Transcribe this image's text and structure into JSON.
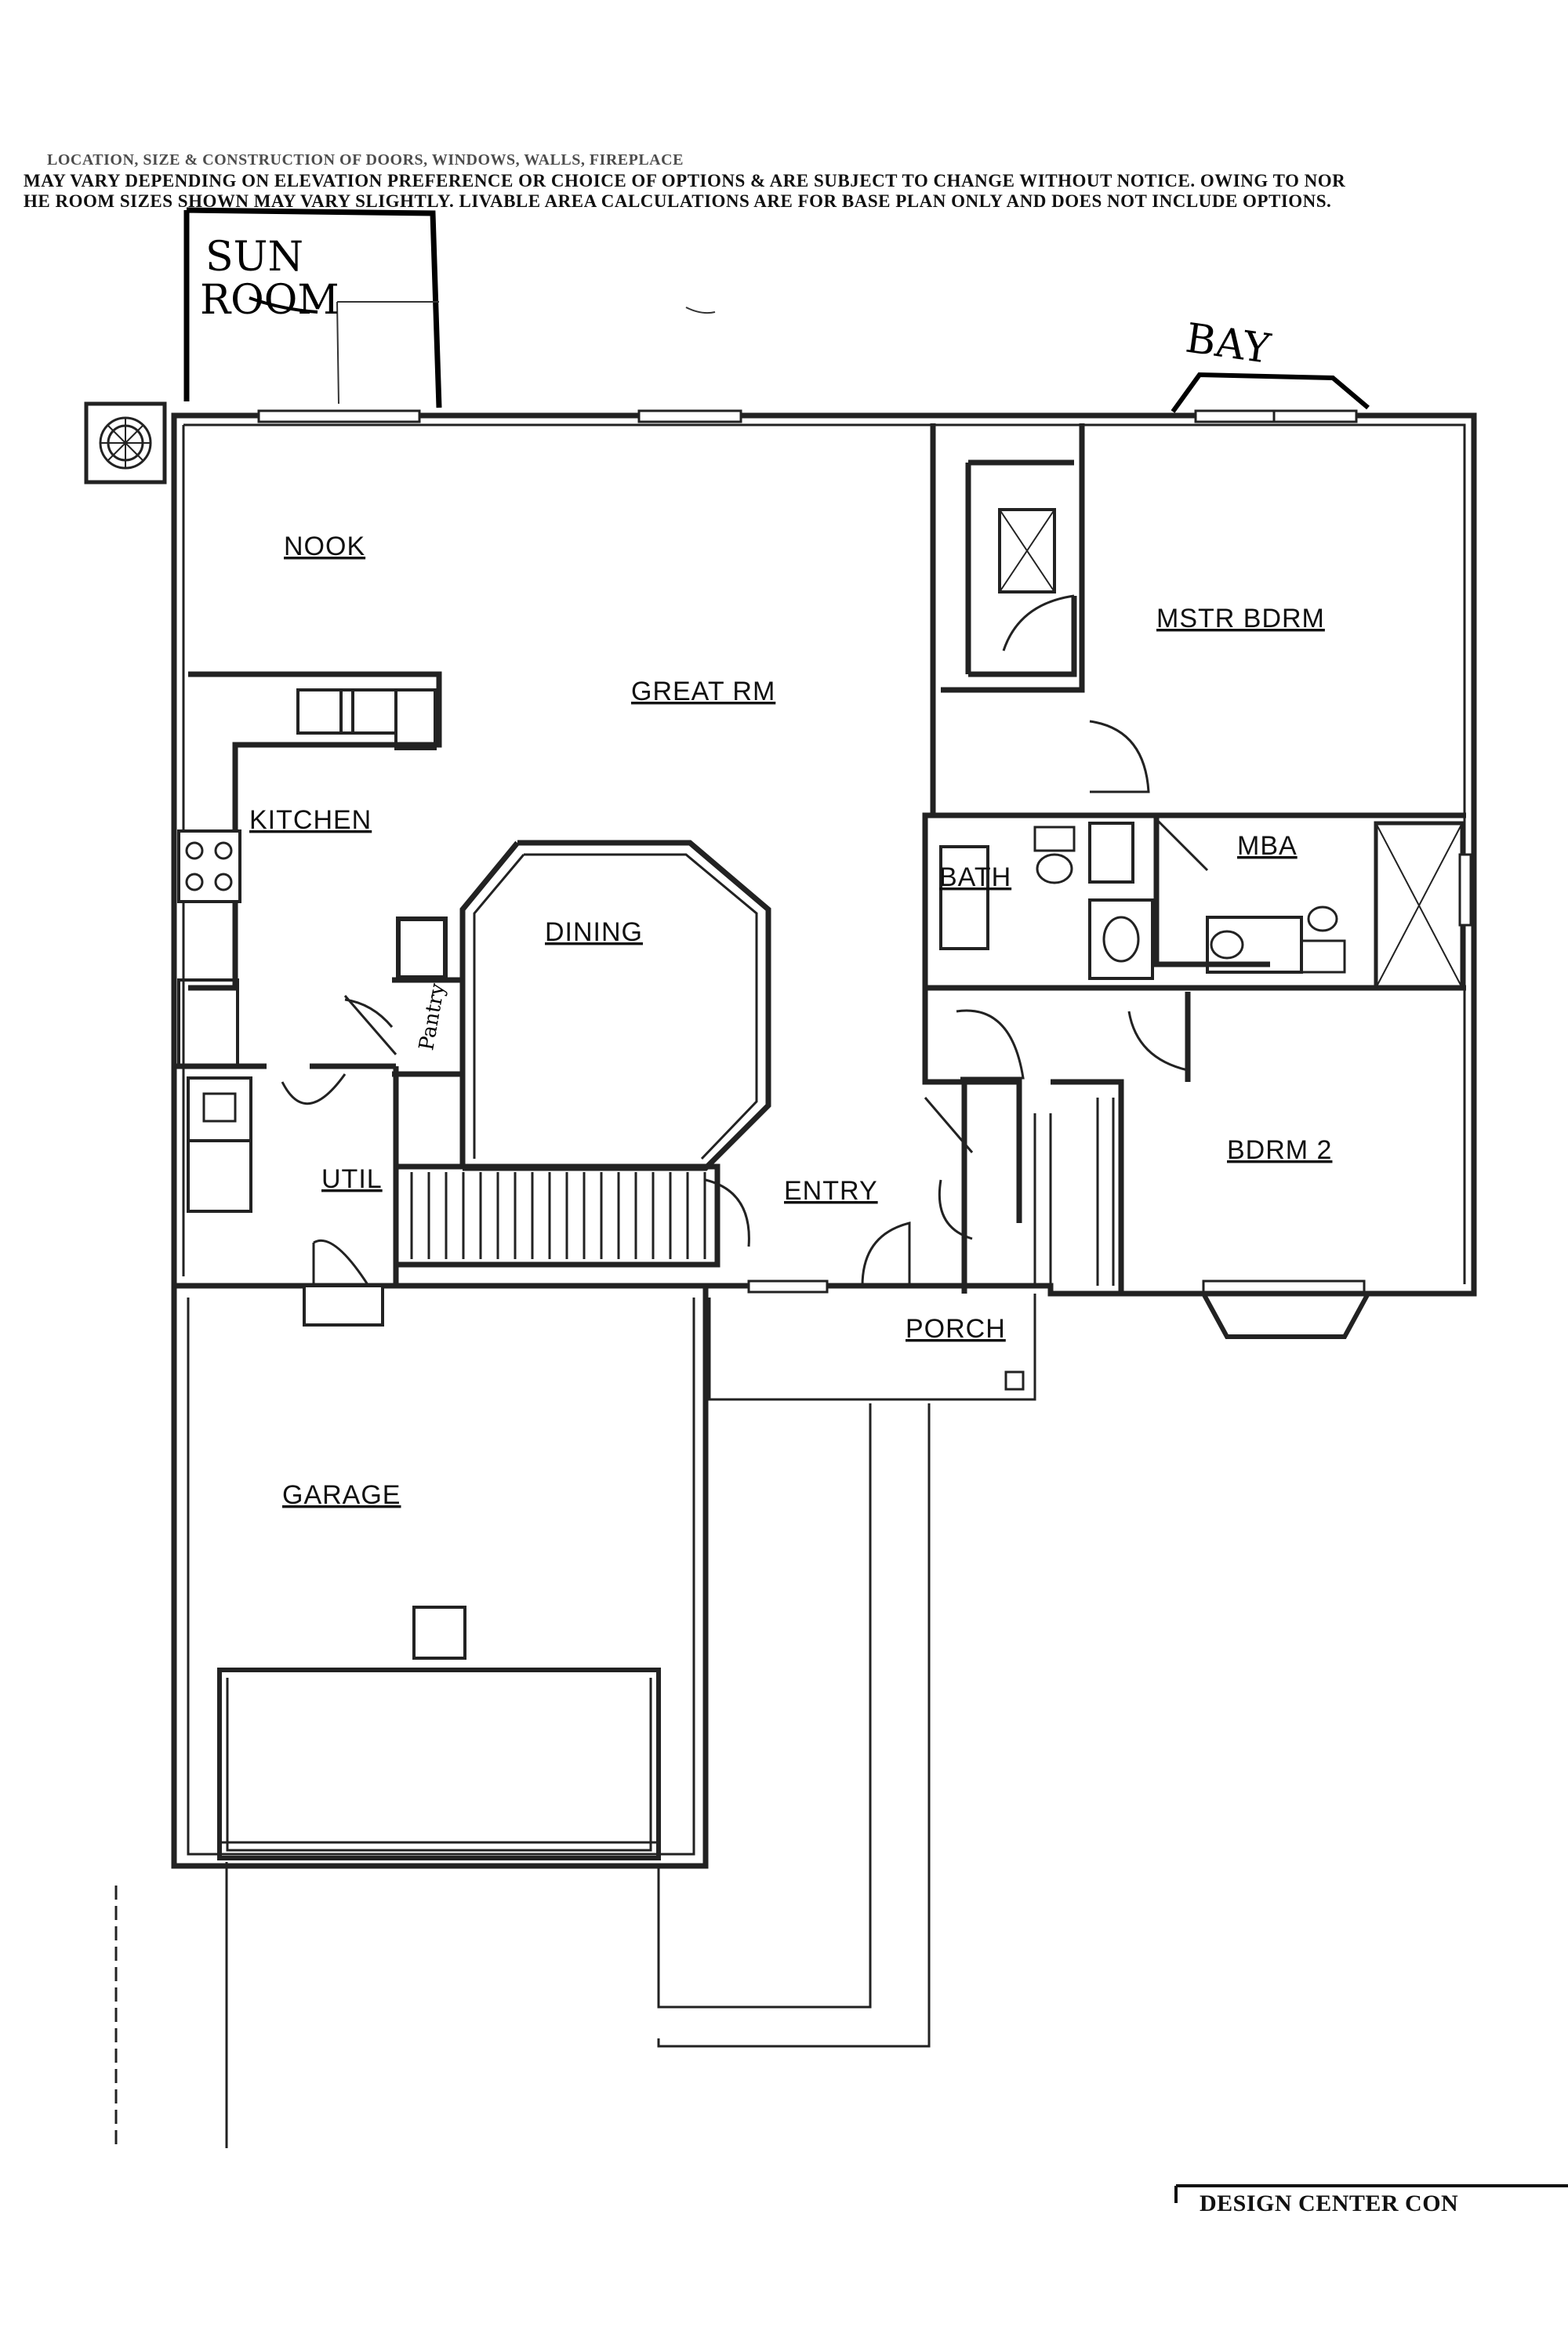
{
  "header_notes": {
    "line1": "MAY VARY DEPENDING ON ELEVATION PREFERENCE OR CHOICE OF OPTIONS & ARE SUBJECT TO CHANGE WITHOUT NOTICE.  OWING TO NOR",
    "line2": "HE ROOM SIZES SHOWN MAY VARY SLIGHTLY.  LIVABLE AREA CALCULATIONS ARE FOR BASE PLAN ONLY AND DOES NOT INCLUDE OPTIONS.",
    "line0": "LOCATION, SIZE & CONSTRUCTION OF DOORS, WINDOWS, WALLS, FIREPLACE"
  },
  "handwritten": {
    "sun_room_1": "SUN",
    "sun_room_2": "ROOM",
    "bay": "BAY",
    "pantry": "Pantry"
  },
  "rooms": {
    "nook": "NOOK",
    "great_rm": "GREAT RM",
    "kitchen": "KITCHEN",
    "dining": "DINING",
    "util": "UTIL",
    "entry": "ENTRY",
    "mstr_bdrm": "MSTR BDRM",
    "bath": "BATH",
    "mba": "MBA",
    "bdrm2": "BDRM 2",
    "porch": "PORCH",
    "garage": "GARAGE"
  },
  "footer": {
    "title_block": "DESIGN CENTER CON"
  }
}
